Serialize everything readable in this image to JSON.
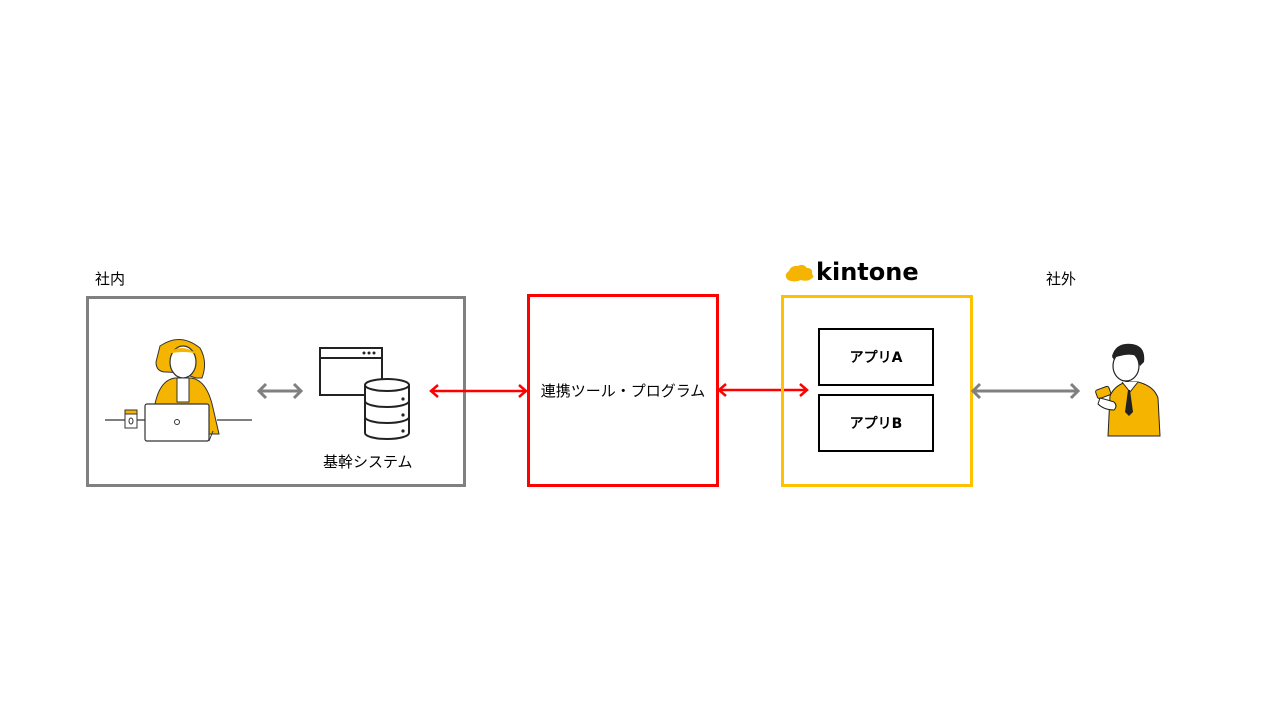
{
  "internal": {
    "label": "社内",
    "system_label": "基幹システム"
  },
  "tool": {
    "label": "連携ツール・プログラム"
  },
  "kintone": {
    "logo_text": "kintone",
    "apps": [
      {
        "label": "アプリA"
      },
      {
        "label": "アプリB"
      }
    ]
  },
  "external": {
    "label": "社外"
  },
  "colors": {
    "internal_border": "#808080",
    "tool_border": "#ff0000",
    "kintone_border": "#ffc000",
    "accent_yellow": "#f5b400",
    "arrow_gray": "#808080",
    "arrow_red": "#ff0000"
  }
}
